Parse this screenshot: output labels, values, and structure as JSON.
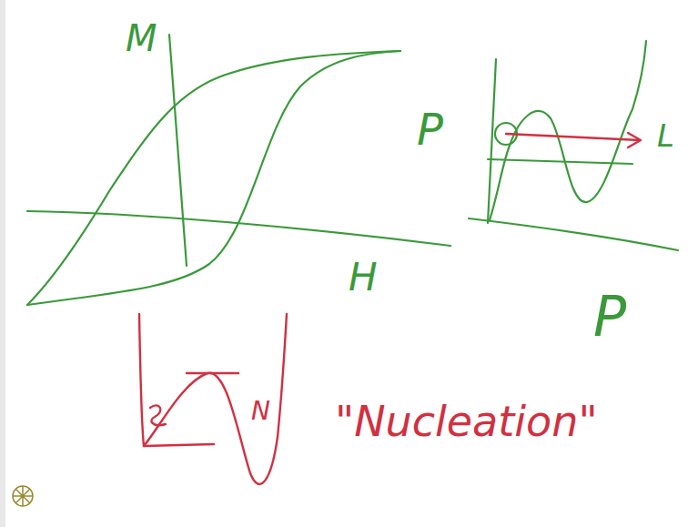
{
  "diagram": {
    "labels": [
      "M",
      "P",
      "H",
      "L",
      "P",
      "N",
      "\"Nucleation\""
    ]
  }
}
